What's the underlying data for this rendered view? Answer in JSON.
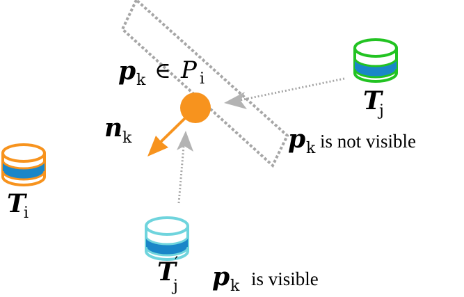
{
  "colors": {
    "orange": "#f7931e",
    "green": "#22c322",
    "cyan": "#6fd4dd",
    "blue": "#1a86c8",
    "gray_dots": "#a6a6a6",
    "arrow_gray": "#b3b3b3"
  },
  "labels": {
    "point_symbol": "p",
    "point_sub": "k",
    "element_of": "∈",
    "set_symbol": "P",
    "set_sub": "i",
    "normal_symbol": "n",
    "normal_sub": "k",
    "Ti_symbol": "T",
    "Ti_sub": "i",
    "Tj_symbol": "T",
    "Tj_sub": "j",
    "Tjp_symbol": "T",
    "Tjp_prime": "′",
    "Tjp_sub": "j",
    "not_visible_text": "is not visible",
    "visible_text": "is visible"
  },
  "icons": {
    "camera_Ti": "cylinder-icon",
    "camera_Tj": "cylinder-icon",
    "camera_Tjp": "cylinder-icon"
  }
}
